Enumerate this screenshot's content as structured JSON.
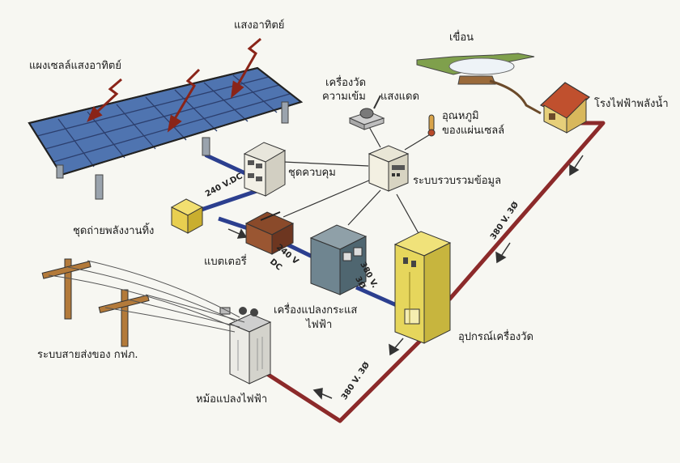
{
  "labels": {
    "solar_panel": "แผงเซลล์แสงอาทิตย์",
    "sunlight": "แสงอาทิตย์",
    "dam": "เขื่อน",
    "irradiance_meter_1": "เครื่องวัด",
    "irradiance_meter_2": "ความเข้ม",
    "sunshine": "แสงแดด",
    "cell_temp_1": "อุณหภูมิ",
    "cell_temp_2": "ของแผ่นเซลล์",
    "hydro_plant": "โรงไฟฟ้าพลังน้ำ",
    "controller": "ชุดควบคุม",
    "data_acquisition": "ระบบรวบรวมข้อมูล",
    "dump_load": "ชุดถ่ายพลังงานทิ้ง",
    "battery": "แบตเตอรี่",
    "inverter_1": "เครื่องแปลงกระแส",
    "inverter_2": "ไฟฟ้า",
    "meter_equipment": "อุปกรณ์เครื่องวัด",
    "egat_grid": "ระบบสายส่งของ กฟภ.",
    "transformer": "หม้อแปลงไฟฟ้า"
  },
  "voltages": {
    "dc_panel": "240 V.DC",
    "dc_battery_1": "240 V",
    "dc_battery_2": "DC",
    "ac_inverter_1": "380 V.",
    "ac_inverter_2": "3Ø",
    "ac_right": "380 V. 3Ø",
    "ac_bottom": "380 V. 3Ø"
  },
  "colors": {
    "panel_blue": "#5b86c4",
    "dc_line": "#2c3f8f",
    "ac_line": "#8c2a2a",
    "cabinet_yellow": "#e6da63",
    "house_red": "#c0502e"
  }
}
